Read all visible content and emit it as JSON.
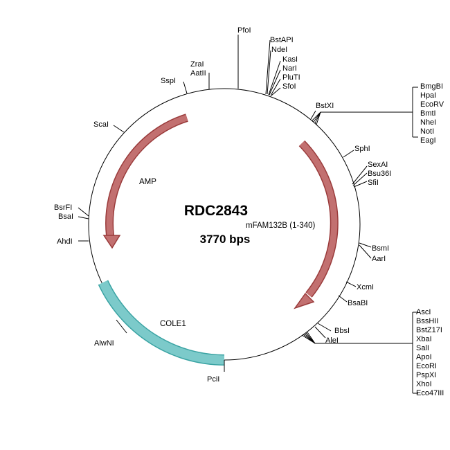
{
  "plasmid": {
    "name": "RDC2843",
    "size_label": "3770 bps"
  },
  "features": {
    "amp": "AMP",
    "mfam": "mFAM132B (1-340)",
    "cole1": "COLE1"
  },
  "colors": {
    "arrow": "#c27070",
    "arrow_stroke": "#9a3b3b",
    "ori": "#7ccaca",
    "ori_stroke": "#3aa3a3"
  },
  "sites": {
    "pfoi": "PfoI",
    "bstapi": "BstAPI",
    "ndei": "NdeI",
    "kasi": "KasI",
    "nari": "NarI",
    "pluti": "PluTI",
    "sfoi": "SfoI",
    "zrai": "ZraI",
    "aatii": "AatII",
    "sspi": "SspI",
    "bstxi": "BstXI",
    "bmgbi": "BmgBI",
    "hpai": "HpaI",
    "ecorv": "EcoRV",
    "bmti": "BmtI",
    "nhei": "NheI",
    "noti": "NotI",
    "eagi": "EagI",
    "scai": "ScaI",
    "sphi": "SphI",
    "sexai": "SexAI",
    "bsu36i": "Bsu36I",
    "sfii": "SfiI",
    "bsrfi": "BsrFI",
    "bsai": "BsaI",
    "ahdi": "AhdI",
    "bsmi": "BsmI",
    "aari": "AarI",
    "xcmi": "XcmI",
    "bsabi": "BsaBI",
    "bbsi": "BbsI",
    "alei": "AleI",
    "asci": "AscI",
    "bsshii": "BssHII",
    "bstz17i": "BstZ17I",
    "xbai": "XbaI",
    "sali": "SalI",
    "apoi": "ApoI",
    "ecori": "EcoRI",
    "pspxi": "PspXI",
    "xhoi": "XhoI",
    "eco47iii": "Eco47III",
    "alwni": "AlwNI",
    "pcii": "PciI"
  }
}
